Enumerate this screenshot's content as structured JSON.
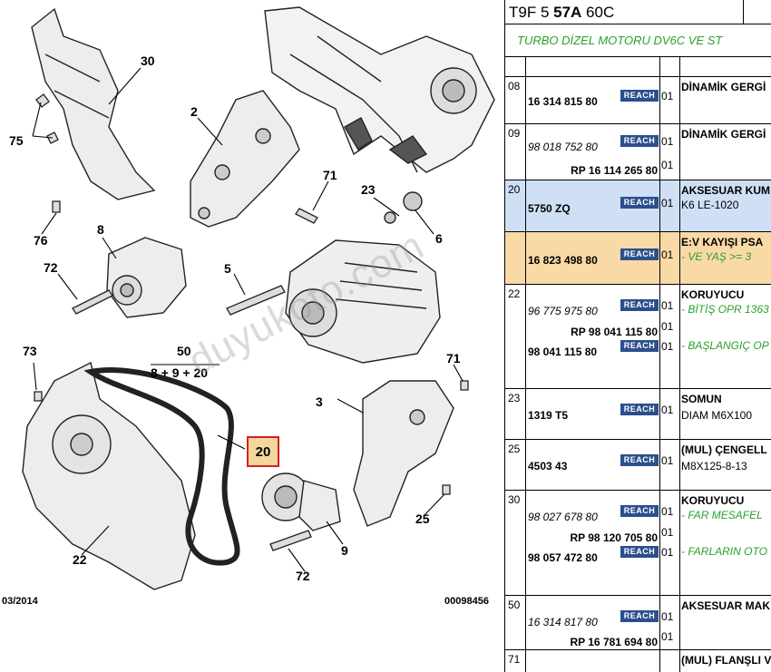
{
  "diagram": {
    "callouts": [
      "30",
      "2",
      "75",
      "71",
      "23",
      "6",
      "8",
      "76",
      "72",
      "5",
      "73",
      "50",
      "8 + 9 + 20",
      "71",
      "3",
      "20",
      "22",
      "9",
      "25",
      "72"
    ],
    "selected_callout": "20",
    "footer_left": "03/2014",
    "footer_right": "00098456",
    "watermark": "duyukoto.com"
  },
  "header": {
    "code_prefix": "T9F 5 ",
    "code_bold": "57A",
    "code_suffix": " 60C"
  },
  "title": "TURBO DİZEL MOTORU DV6C VE ST",
  "rows": [
    {
      "ref": "08",
      "lines": [
        {
          "pn": "16 314 815 80",
          "style": "b",
          "reach": "REACH",
          "qty": "01"
        }
      ],
      "desc": [
        {
          "t": "DİNAMİK GERGİ",
          "s": "b"
        }
      ]
    },
    {
      "ref": "09",
      "lines": [
        {
          "pn": "98 018 752 80",
          "style": "it",
          "reach": "REACH",
          "qty": "01"
        },
        {
          "pn": "RP 16 114 265 80",
          "style": "b r",
          "reach": "",
          "qty": "01"
        }
      ],
      "desc": [
        {
          "t": "DİNAMİK GERGİ",
          "s": "b"
        }
      ]
    },
    {
      "ref": "20",
      "lines": [
        {
          "pn": "5750 ZQ",
          "style": "b",
          "reach": "REACH",
          "qty": "01"
        }
      ],
      "desc": [
        {
          "t": "AKSESUAR KUM",
          "s": "b"
        },
        {
          "t": "K6 LE-1020",
          "s": ""
        }
      ]
    },
    {
      "ref": "",
      "lines": [
        {
          "pn": "16 823 498 80",
          "style": "b",
          "reach": "REACH",
          "qty": "01"
        }
      ],
      "desc": [
        {
          "t": "E:V KAYIŞI PSA",
          "s": "b"
        },
        {
          "t": "- VE YAŞ >= 3",
          "s": "g"
        }
      ]
    },
    {
      "ref": "22",
      "lines": [
        {
          "pn": "96 775 975 80",
          "style": "it",
          "reach": "REACH",
          "qty": "01"
        },
        {
          "pn": "RP 98 041 115 80",
          "style": "b r",
          "reach": "",
          "qty": "01"
        },
        {
          "pn": "98 041 115 80",
          "style": "b",
          "reach": "REACH",
          "qty": "01"
        }
      ],
      "desc": [
        {
          "t": "KORUYUCU",
          "s": "b"
        },
        {
          "t": "- BİTİŞ OPR 1363",
          "s": "g"
        },
        {
          "t": "",
          "s": ""
        },
        {
          "t": "- BAŞLANGIÇ OP",
          "s": "g"
        }
      ]
    },
    {
      "ref": "23",
      "lines": [
        {
          "pn": "1319 T5",
          "style": "b",
          "reach": "REACH",
          "qty": "01"
        }
      ],
      "desc": [
        {
          "t": "SOMUN",
          "s": "b"
        },
        {
          "t": "DIAM M6X100",
          "s": ""
        }
      ]
    },
    {
      "ref": "25",
      "lines": [
        {
          "pn": "4503 43",
          "style": "b",
          "reach": "REACH",
          "qty": "01"
        }
      ],
      "desc": [
        {
          "t": "(MUL) ÇENGELL",
          "s": "b"
        },
        {
          "t": "M8X125-8-13",
          "s": ""
        }
      ]
    },
    {
      "ref": "30",
      "lines": [
        {
          "pn": "98 027 678 80",
          "style": "it",
          "reach": "REACH",
          "qty": "01"
        },
        {
          "pn": "RP 98 120 705 80",
          "style": "b r",
          "reach": "",
          "qty": "01"
        },
        {
          "pn": "98 057 472 80",
          "style": "b",
          "reach": "REACH",
          "qty": "01"
        }
      ],
      "desc": [
        {
          "t": "KORUYUCU",
          "s": "b"
        },
        {
          "t": "- FAR MESAFEL",
          "s": "g"
        },
        {
          "t": "",
          "s": ""
        },
        {
          "t": "- FARLARIN OTO",
          "s": "g"
        }
      ]
    },
    {
      "ref": "50",
      "lines": [
        {
          "pn": "16 314 817 80",
          "style": "it",
          "reach": "REACH",
          "qty": "01"
        },
        {
          "pn": "RP 16 781 694 80",
          "style": "b r",
          "reach": "",
          "qty": "01"
        }
      ],
      "desc": [
        {
          "t": "AKSESUAR MAK",
          "s": "b"
        }
      ]
    },
    {
      "ref": "71",
      "lines": [],
      "desc": [
        {
          "t": "(MUL) FLANŞLI V",
          "s": "b"
        }
      ]
    }
  ]
}
